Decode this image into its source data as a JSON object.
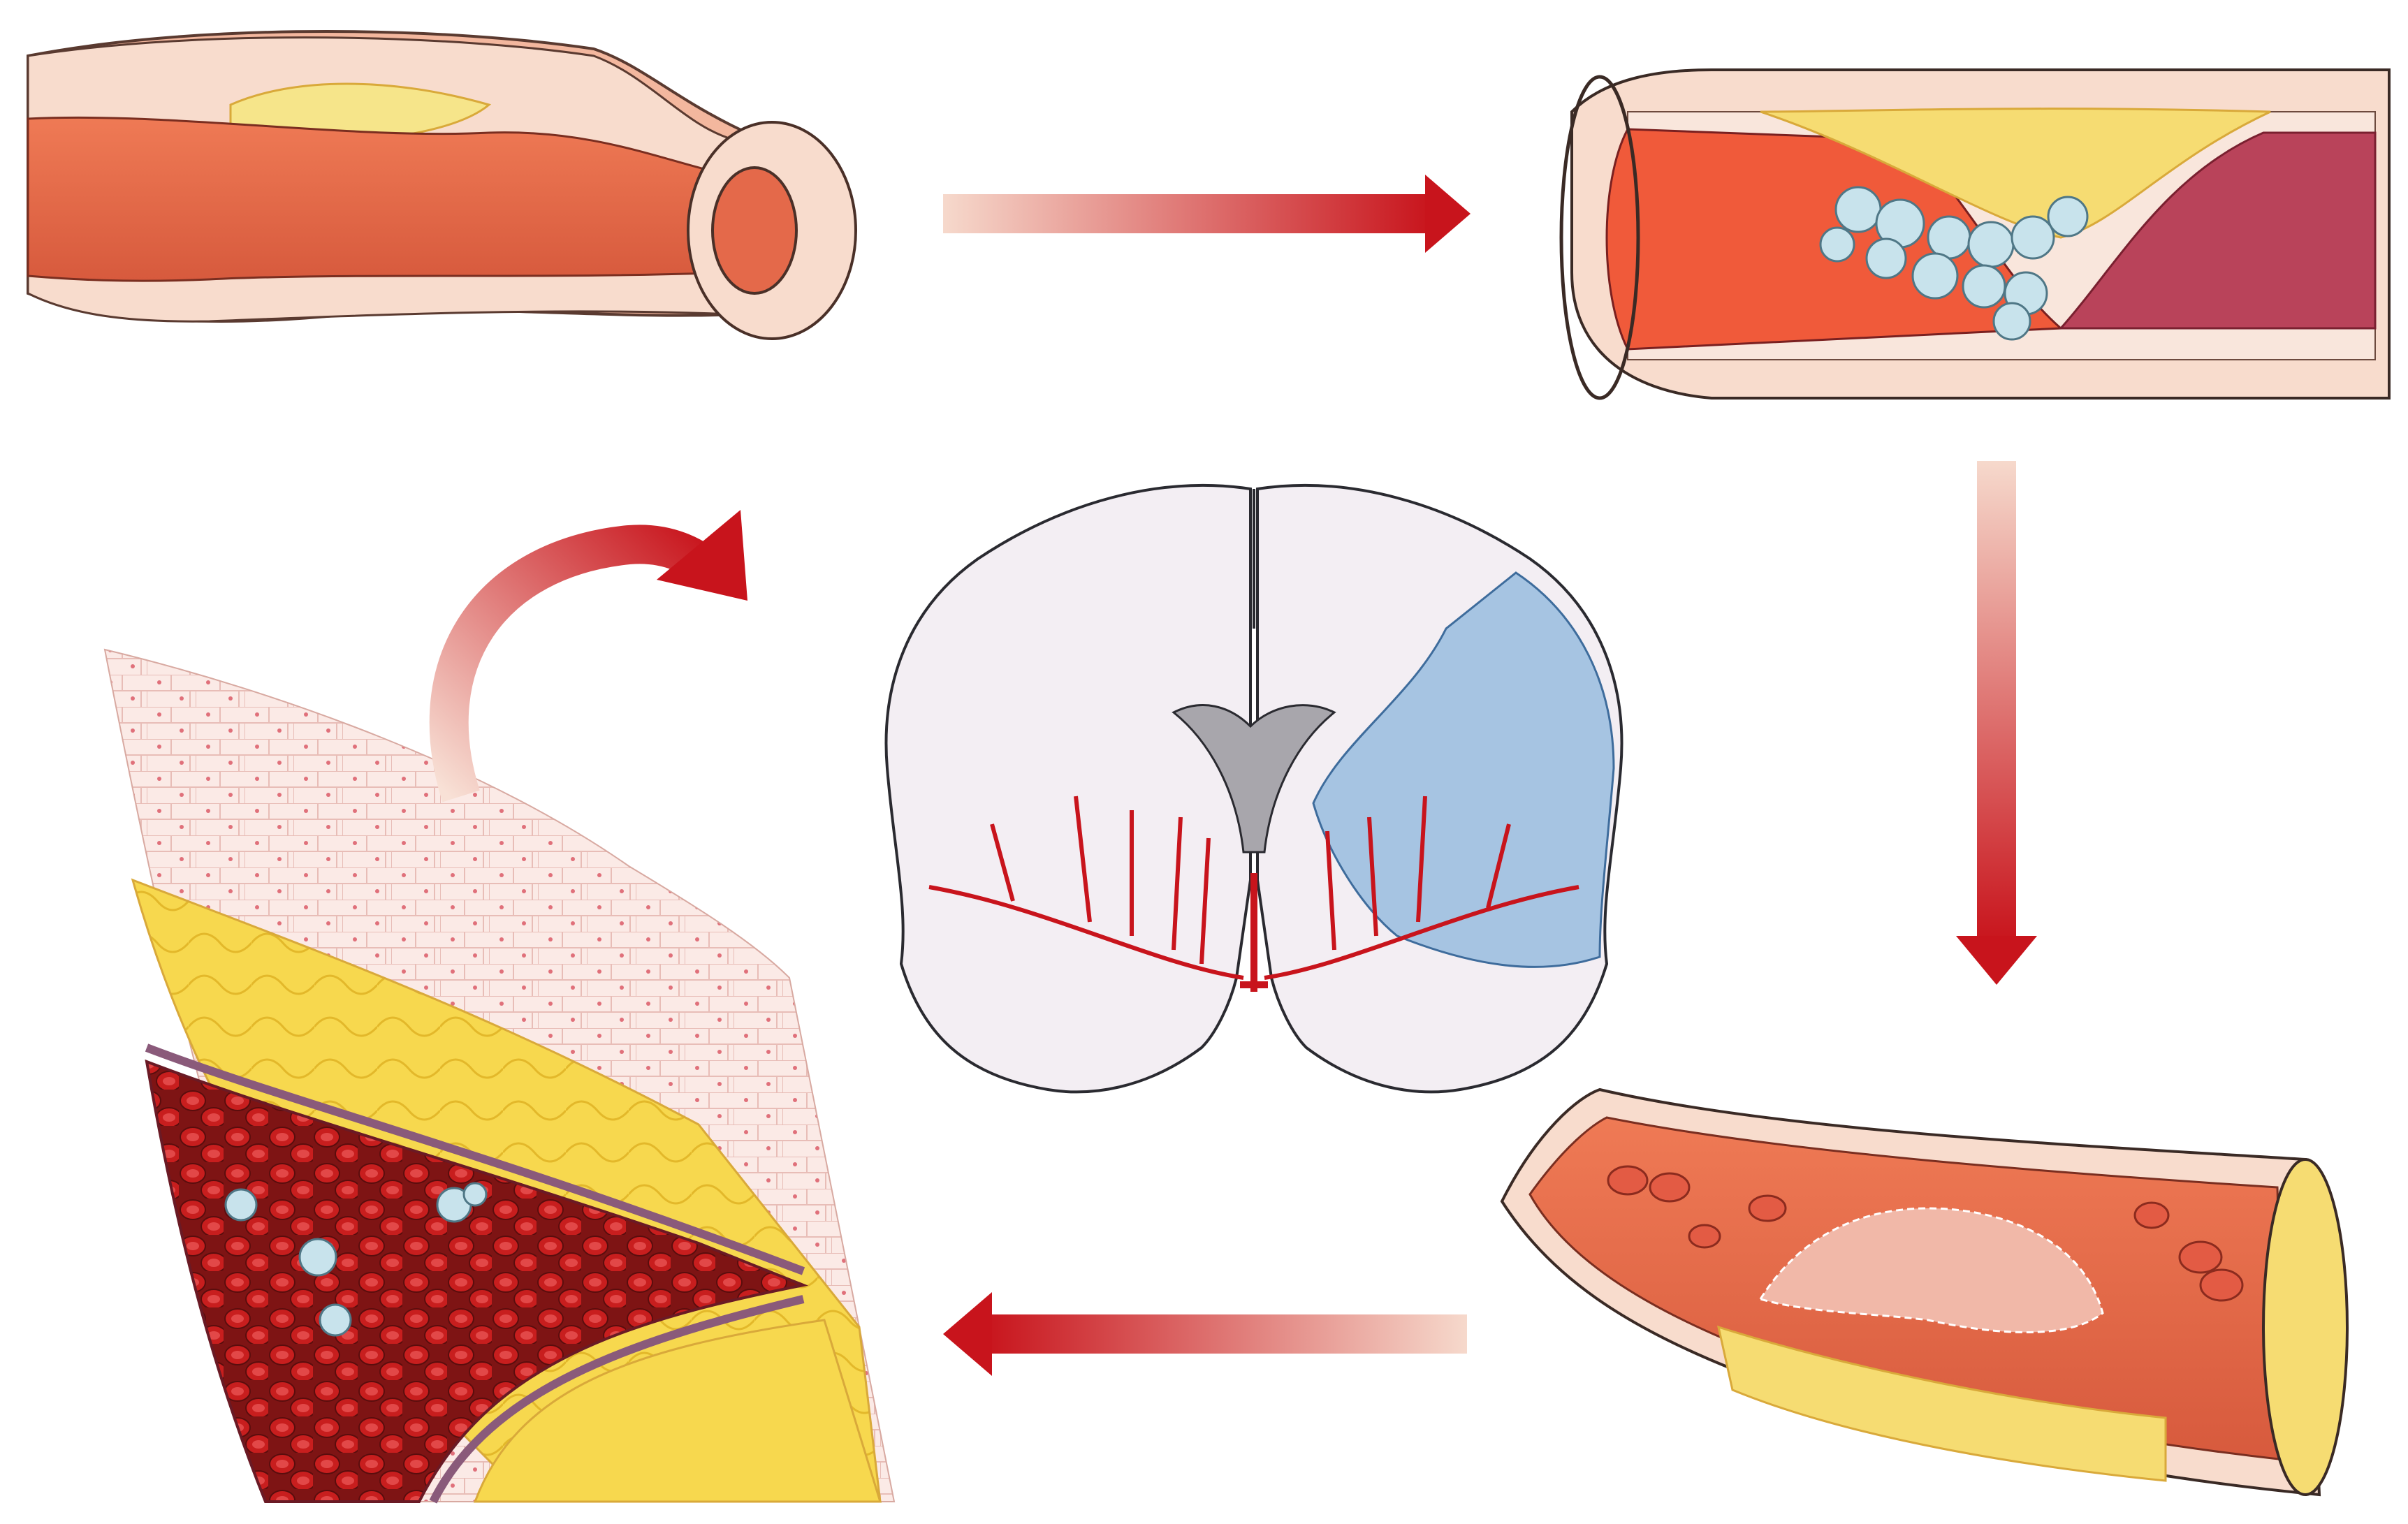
{
  "colors": {
    "background": "#ffffff",
    "arrow_red": "#c8141c",
    "arrow_fade": "#f6d9cc",
    "blood": "#e4694a",
    "blood_dark": "#b93a3a",
    "plaque": "#f6dc72",
    "vessel_wall": "#f8dccd",
    "platelet": "#c8e3ec",
    "brain_tissue": "#f3eef3",
    "ischemia_blue": "#8cb6dc",
    "rbc": "#c81e1e"
  },
  "panels": [
    "healthy-artery-with-early-plaque",
    "ruptured-plaque-with-platelet-aggregation",
    "occluding-thrombus-in-artery",
    "microscopic-vessel-with-red-cells-and-platelets",
    "brain-coronal-section-with-ischemic-territory"
  ],
  "flow": [
    "arrow-right-top",
    "arrow-down-right",
    "arrow-left-bottom",
    "arrow-curved-up-left"
  ]
}
